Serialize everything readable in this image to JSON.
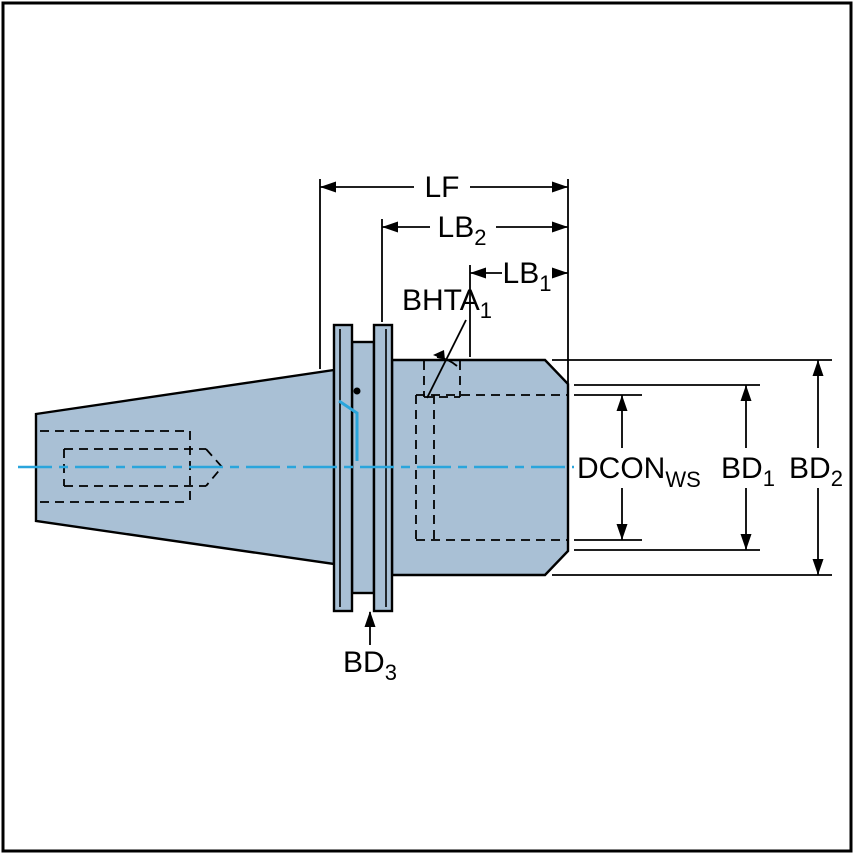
{
  "drawing": {
    "type": "technical-dimension-drawing",
    "subject": "milling tool holder adapter side view",
    "colors": {
      "body_fill": "#a9c0d5",
      "outline": "#000000",
      "centerline": "#2aa5dc",
      "background": "#ffffff"
    },
    "dimensions": {
      "lf": {
        "text": "LF",
        "sub": ""
      },
      "lb2": {
        "text": "LB",
        "sub": "2"
      },
      "lb1": {
        "text": "LB",
        "sub": "1"
      },
      "bhta1": {
        "text": "BHTA",
        "sub": "1"
      },
      "dcon_ws": {
        "text": "DCON",
        "sub": "WS"
      },
      "bd1": {
        "text": "BD",
        "sub": "1"
      },
      "bd2": {
        "text": "BD",
        "sub": "2"
      },
      "bd3": {
        "text": "BD",
        "sub": "3"
      }
    }
  }
}
